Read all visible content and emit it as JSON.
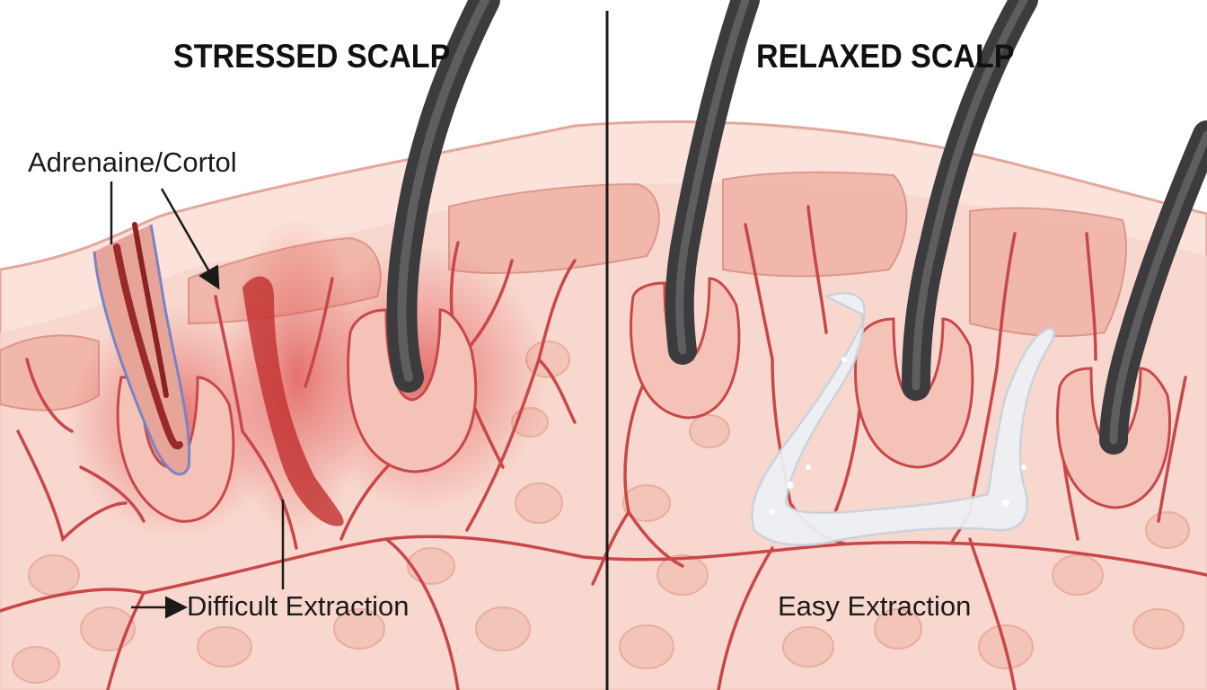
{
  "panels": {
    "left": {
      "title": "STRESSED SCALP"
    },
    "right": {
      "title": "RELAXED SCALP"
    }
  },
  "labels": {
    "hormone": "Adrenaine/Cortol",
    "difficult": "Difficult Extraction",
    "easy": "Easy Extraction"
  },
  "colors": {
    "skin_light": "#fbe3db",
    "skin_mid": "#f3c4b8",
    "vessel": "#c8484a",
    "inflammation": "#d62a2a",
    "hair": "#3c3c3e",
    "sebum": "#eef2f6",
    "divider": "#1a1a1a"
  },
  "icons": [
    "arrow-icon"
  ]
}
